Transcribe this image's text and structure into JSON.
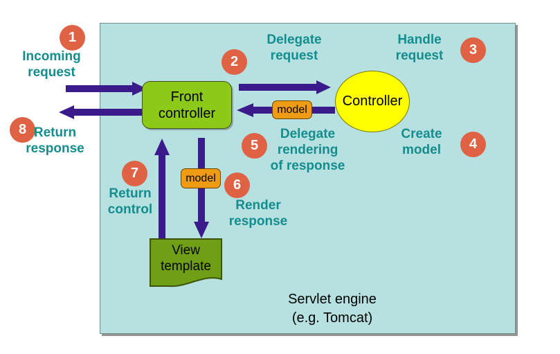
{
  "diagram": {
    "title": "MVC request handling flow",
    "colors": {
      "container_fill": "#b7e0e0",
      "front_controller_fill": "#8cc918",
      "controller_fill": "#ffff00",
      "view_template_fill": "#6f9f14",
      "model_badge_fill": "#ef9b13",
      "step_badge_fill": "#e06244",
      "caption_text": "#138d8d",
      "arrow": "#3b1a8c"
    }
  },
  "container": {
    "label": "Servlet engine\n(e.g. Tomcat)"
  },
  "nodes": {
    "front_controller": {
      "label": "Front\ncontroller"
    },
    "controller": {
      "label": "Controller"
    },
    "view_template": {
      "label": "View\ntemplate"
    },
    "model_top": {
      "label": "model"
    },
    "model_bottom": {
      "label": "model"
    }
  },
  "steps": [
    {
      "number": "1",
      "caption": "Incoming\nrequest"
    },
    {
      "number": "2",
      "caption": "Delegate\nrequest"
    },
    {
      "number": "3",
      "caption": "Handle\nrequest"
    },
    {
      "number": "4",
      "caption": "Create\nmodel"
    },
    {
      "number": "5",
      "caption": "Delegate\nrendering\nof response"
    },
    {
      "number": "6",
      "caption": "Render\nresponse"
    },
    {
      "number": "7",
      "caption": "Return\ncontrol"
    },
    {
      "number": "8",
      "caption": "Return\nresponse"
    }
  ]
}
